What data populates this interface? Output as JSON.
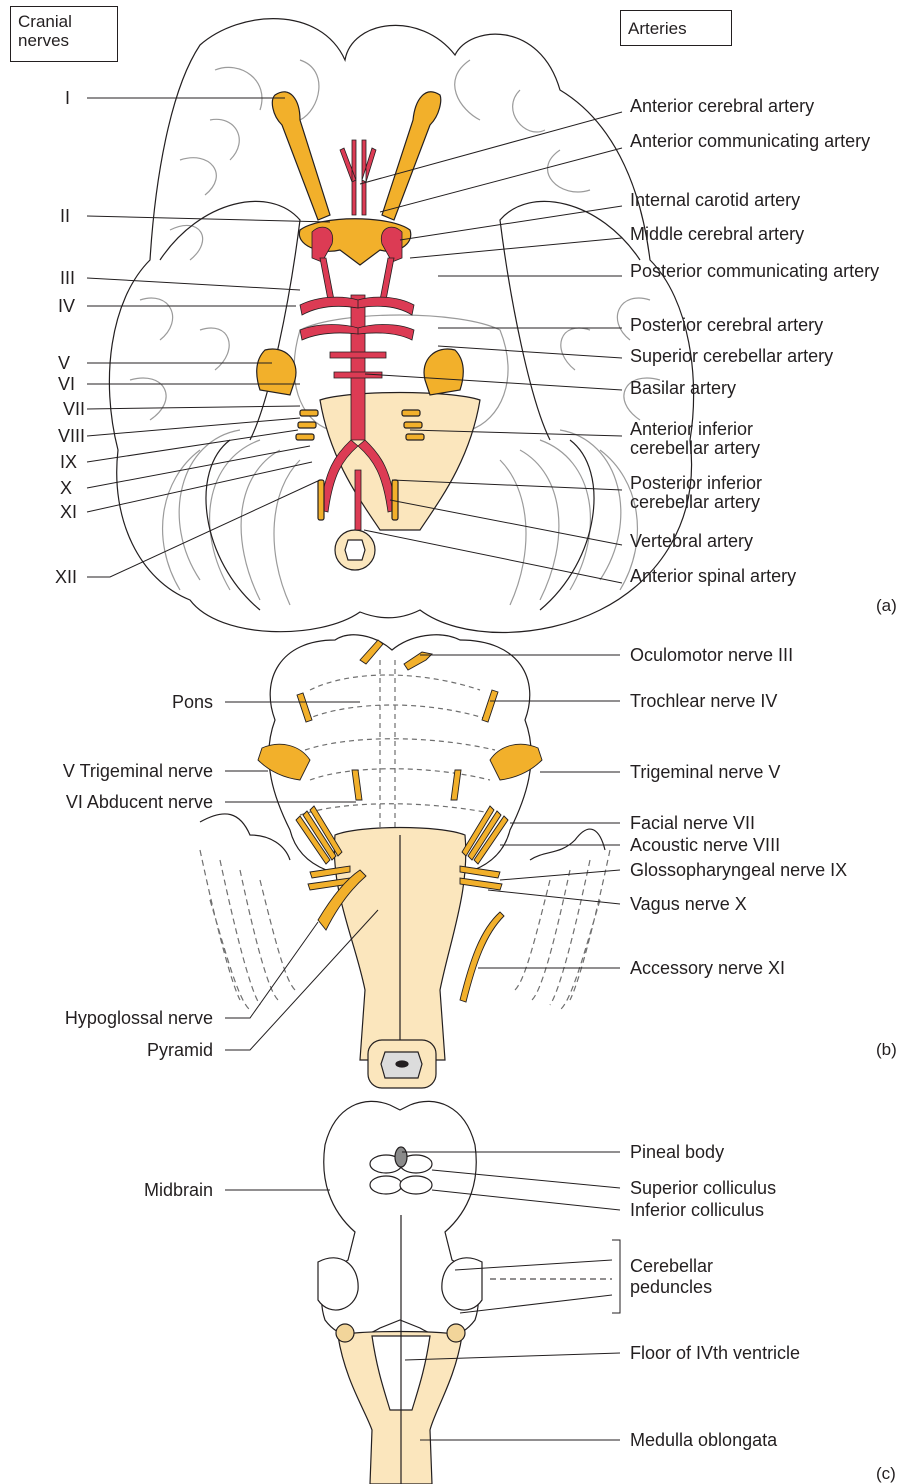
{
  "colors": {
    "nerve": "#f2b02b",
    "artery": "#dc3b54",
    "brainstem": "#fbe6bd",
    "outline": "#231f20",
    "grey_gyri": "#9b9b9b"
  },
  "panel_a": {
    "tag": "(a)",
    "header_left": "Cranial nerves",
    "header_right": "Arteries",
    "nerves": [
      "I",
      "II",
      "III",
      "IV",
      "V",
      "VI",
      "VII",
      "VIII",
      "IX",
      "X",
      "XI",
      "XII"
    ],
    "arteries": [
      "Anterior cerebral artery",
      "Anterior communicating artery",
      "Internal carotid artery",
      "Middle cerebral artery",
      "Posterior communicating artery",
      "Posterior cerebral artery",
      "Superior cerebellar artery",
      "Basilar artery",
      "Anterior inferior cerebellar artery",
      "Posterior inferior cerebellar artery",
      "Vertebral artery",
      "Anterior spinal artery"
    ]
  },
  "panel_b": {
    "tag": "(b)",
    "left_labels": [
      "Pons",
      "V Trigeminal nerve",
      "VI Abducent nerve",
      "Hypoglossal nerve",
      "Pyramid"
    ],
    "right_labels": [
      "Oculomotor nerve III",
      "Trochlear nerve IV",
      "Trigeminal nerve V",
      "Facial nerve VII",
      "Acoustic nerve VIII",
      "Glossopharyngeal nerve IX",
      "Vagus nerve X",
      "Accessory nerve XI"
    ]
  },
  "panel_c": {
    "tag": "(c)",
    "left_labels": [
      "Midbrain"
    ],
    "right_labels": [
      "Pineal body",
      "Superior colliculus",
      "Inferior colliculus",
      "Cerebellar peduncles",
      "Floor of IVth ventricle",
      "Medulla oblongata"
    ]
  }
}
